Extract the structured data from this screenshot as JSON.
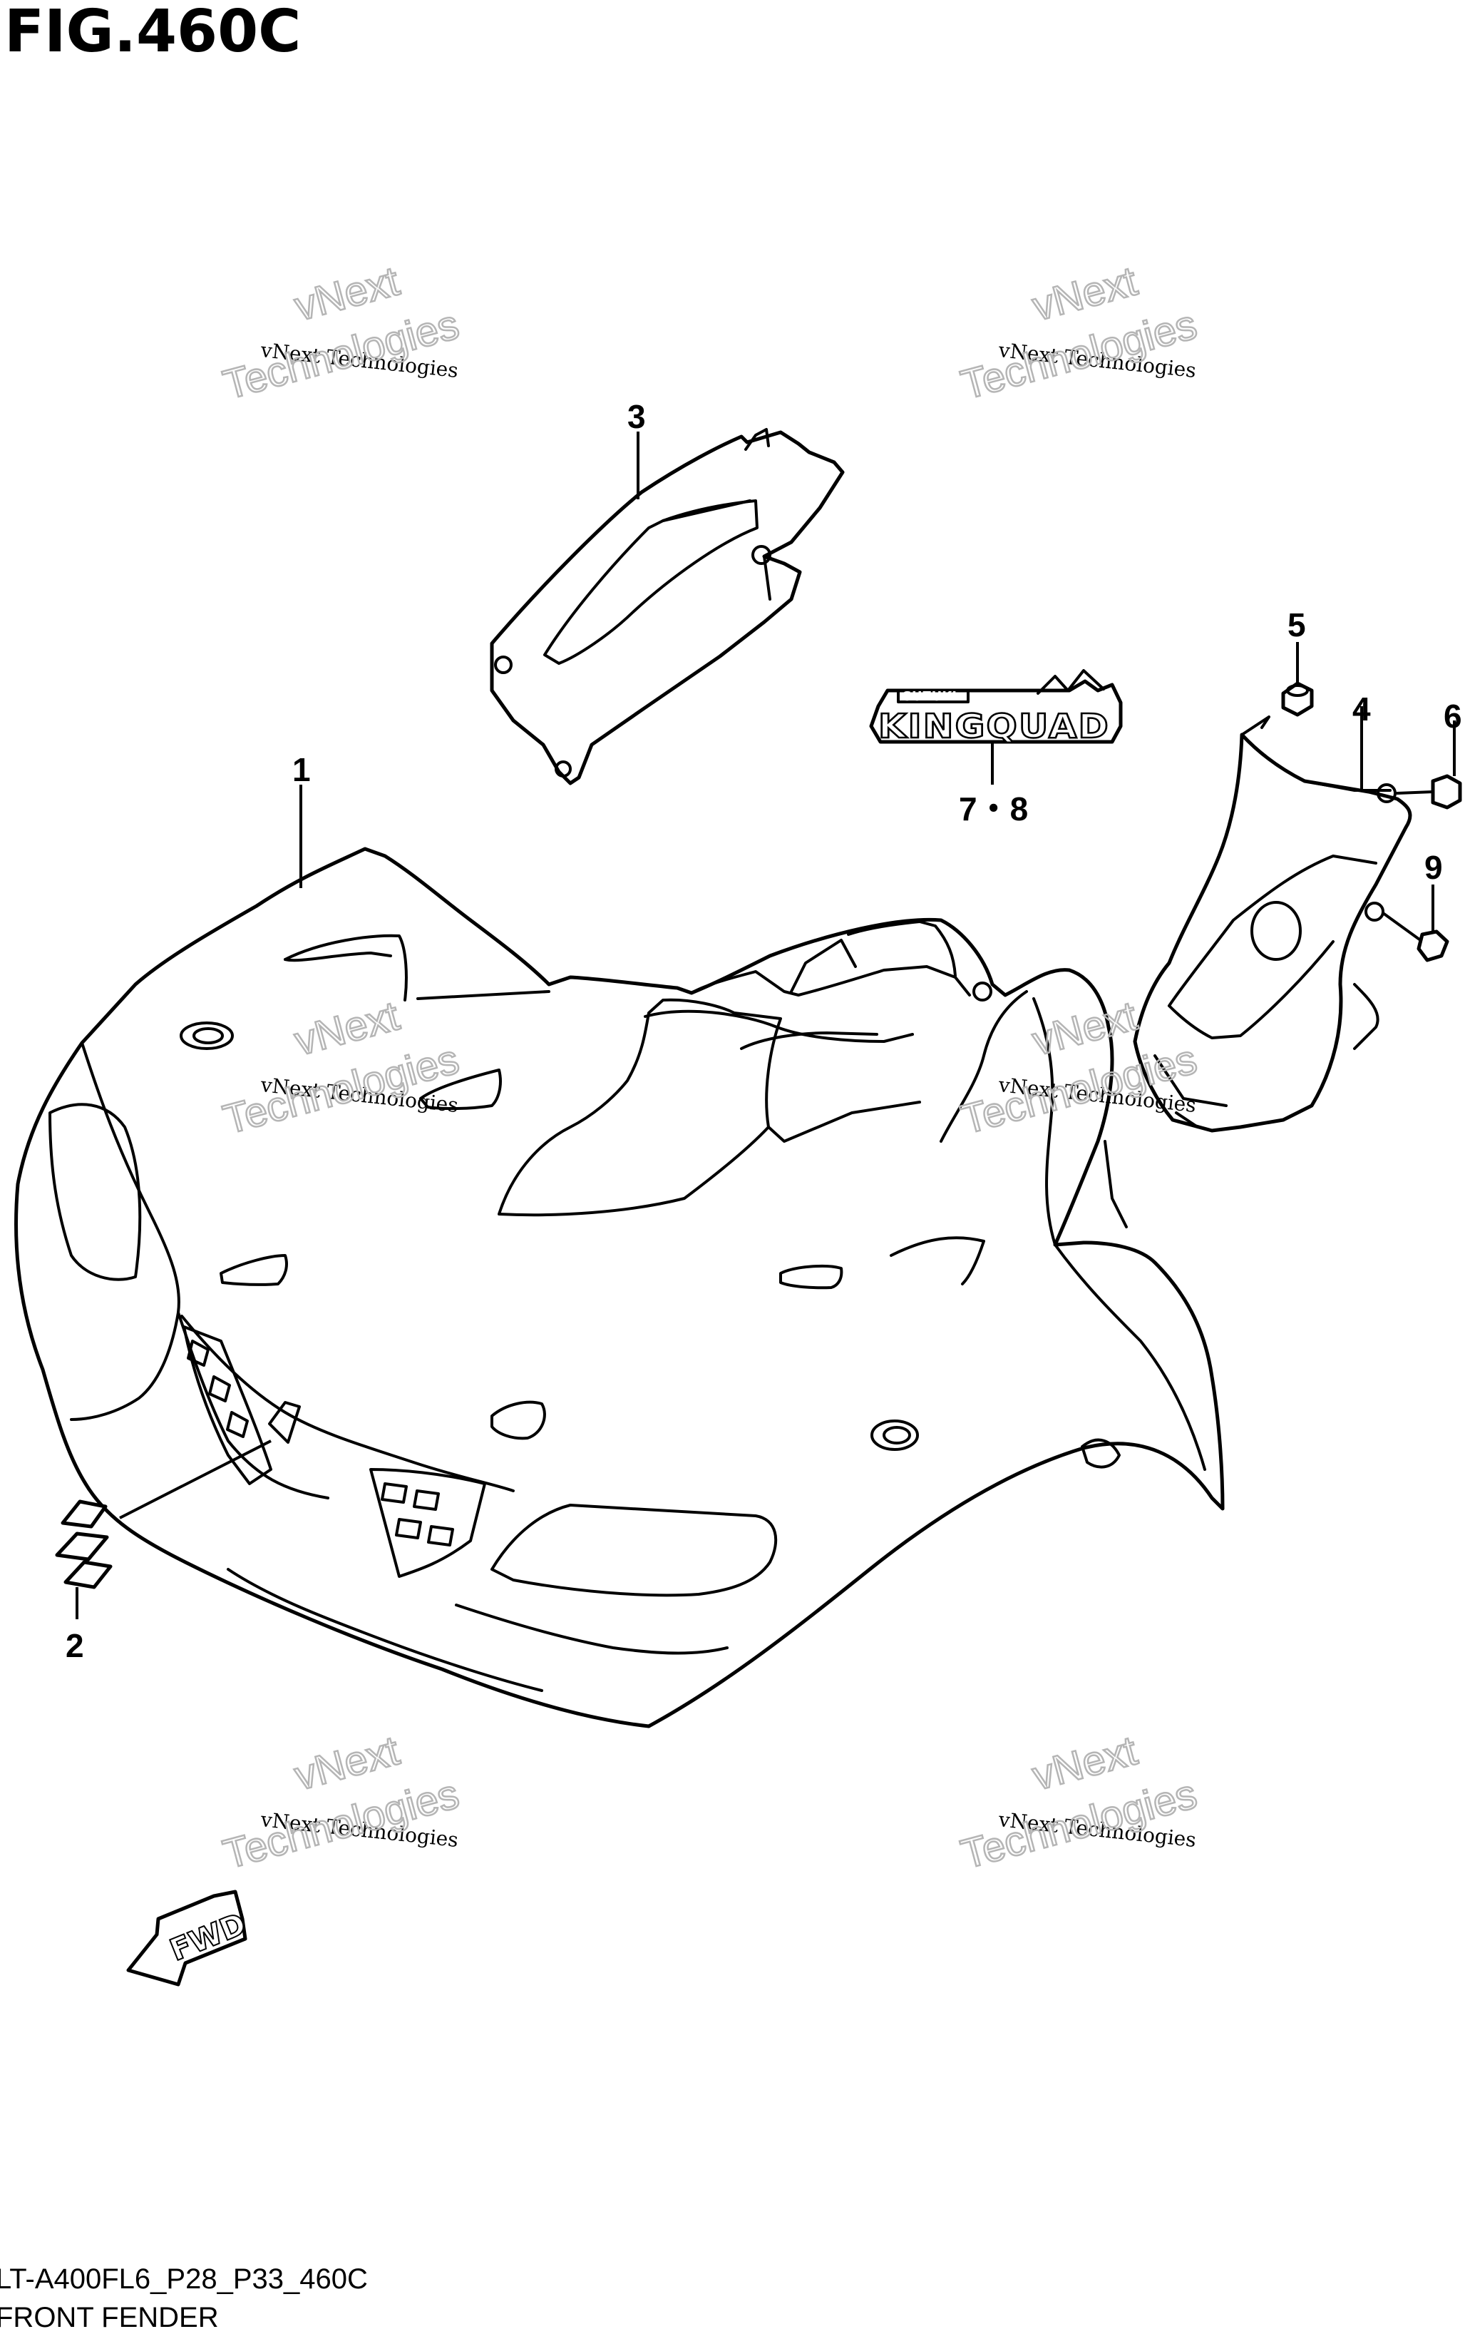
{
  "figure_title": "FIG.460C",
  "callouts": {
    "part_1": "1",
    "part_2": "2",
    "part_3": "3",
    "part_4": "4",
    "part_5": "5",
    "part_6": "6",
    "part_7_8": "7・8",
    "part_9": "9"
  },
  "decal": {
    "brand_text": "SUZUKI",
    "model_text": "KINGQUAD"
  },
  "fwd_label": "FWD",
  "footer": {
    "model_code": "LT-A400FL6_P28_P33_460C",
    "caption": "FRONT FENDER"
  },
  "watermark": {
    "line_small": "vNext Technologies",
    "word_1": "vNext",
    "word_2": "Technologies"
  }
}
